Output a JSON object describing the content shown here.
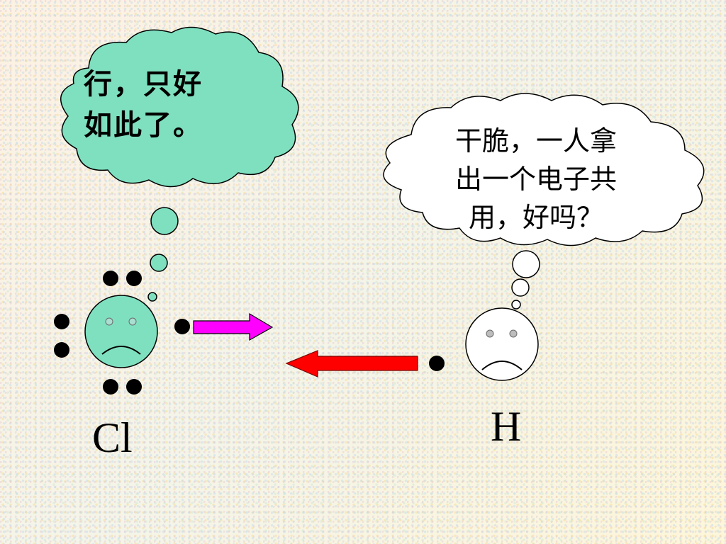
{
  "chlorine": {
    "thought": [
      "行，只好",
      "如此了。"
    ],
    "label": "Cl",
    "face_color": "#7fe0c0",
    "mood": "sad"
  },
  "hydrogen": {
    "thought": [
      "干脆，一人拿",
      "出一个电子共",
      "用，好吗？"
    ],
    "label": "H",
    "face_color": "#ffffff",
    "mood": "sad"
  },
  "arrows": {
    "cl_to_h_color": "#ff00ff",
    "h_to_cl_color": "#ff0000"
  }
}
